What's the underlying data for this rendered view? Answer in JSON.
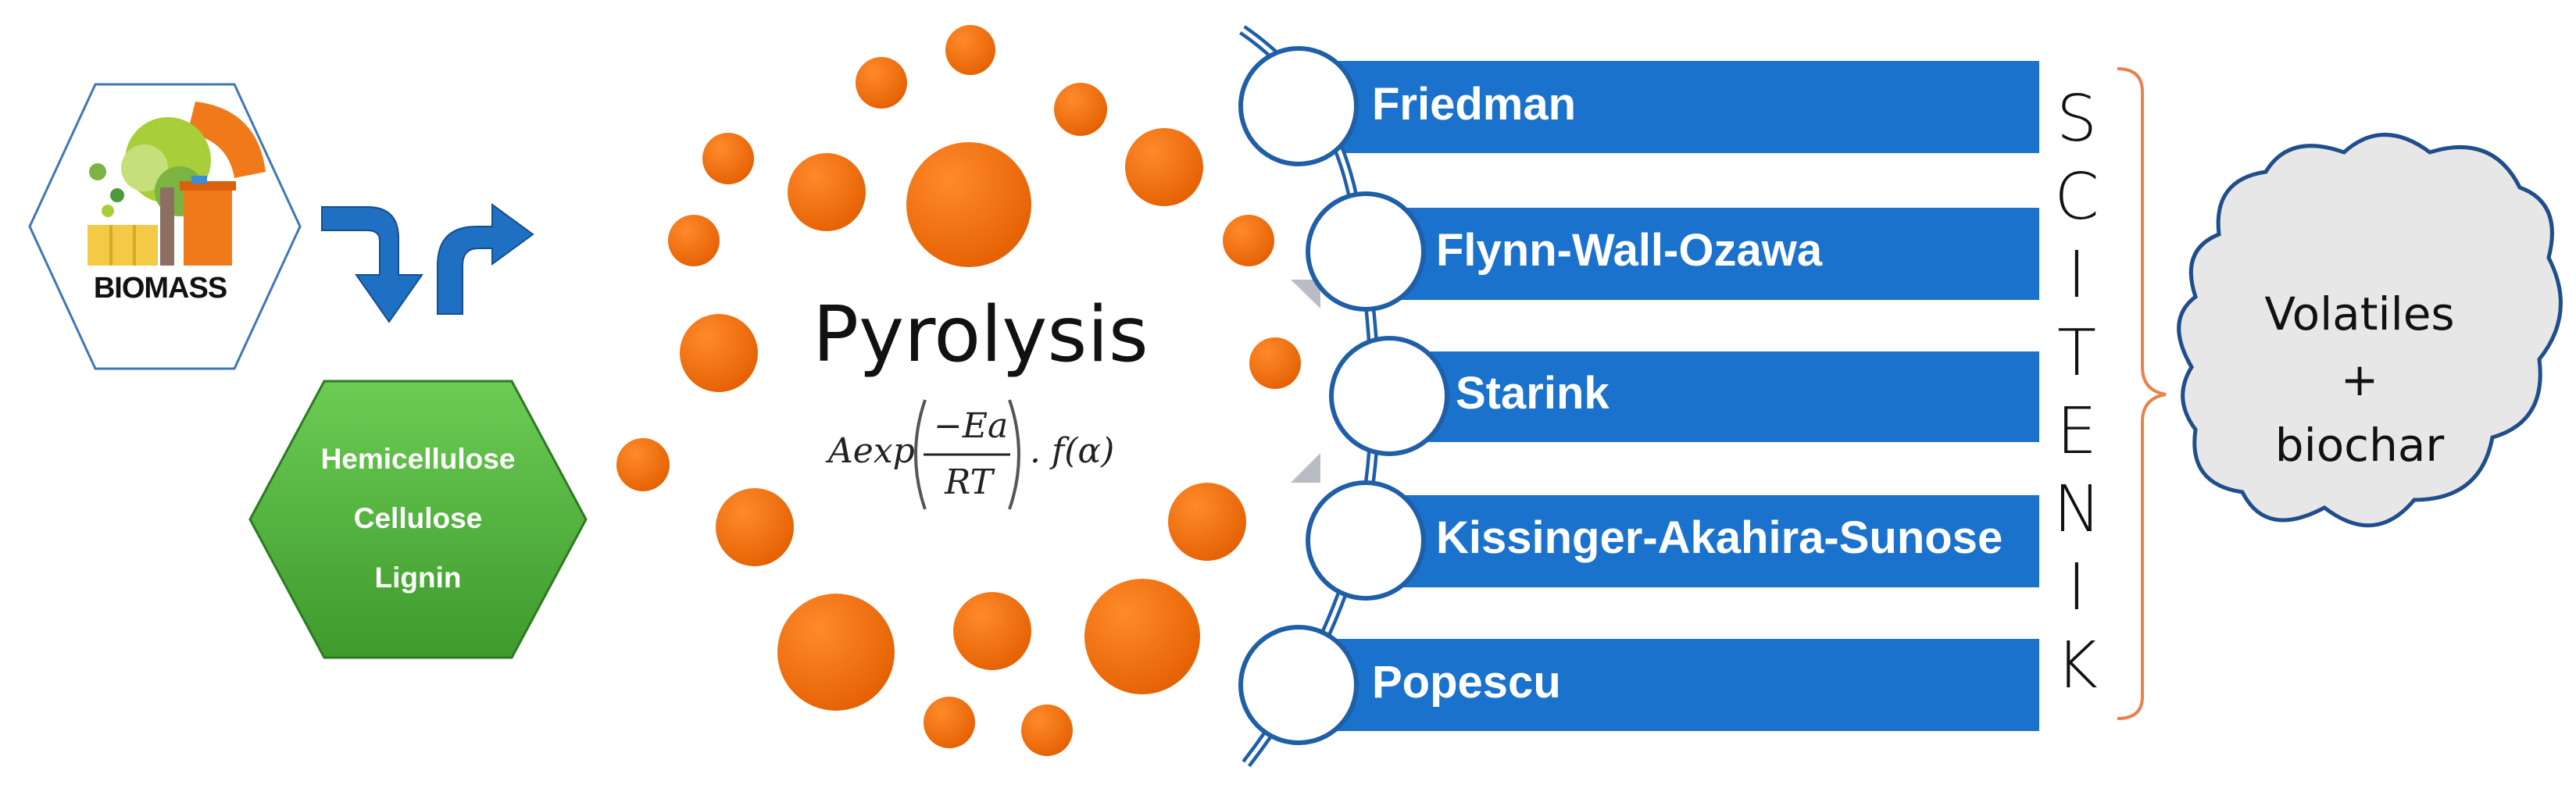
{
  "biomass": {
    "label": "BIOMASS",
    "icon": "biomass-tree-bin-icon"
  },
  "components": [
    "Hemicellulose",
    "Cellulose",
    "Lignin"
  ],
  "process": {
    "title": "Pyrolysis",
    "equation": {
      "prefix": "Aexp",
      "numerator": "−Ea",
      "denominator": "RT",
      "suffix": ". f(α)"
    }
  },
  "methods": [
    "Friedman",
    "Flynn-Wall-Ozawa",
    "Starink",
    "Kissinger-Akahira-Sunose",
    "Popescu"
  ],
  "kinetics_letters": [
    "K",
    "I",
    "N",
    "E",
    "T",
    "I",
    "C",
    "S"
  ],
  "products": [
    "Volatiles",
    "+",
    "biochar"
  ],
  "colors": {
    "orange": "#ee6a0c",
    "blue": "#1a72cc",
    "green": "#4caf3a",
    "hexagon_border": "#3d77b8",
    "cloud_fill": "#e7e7e7",
    "cloud_border": "#1f4e8c",
    "brace": "#e8814c"
  }
}
